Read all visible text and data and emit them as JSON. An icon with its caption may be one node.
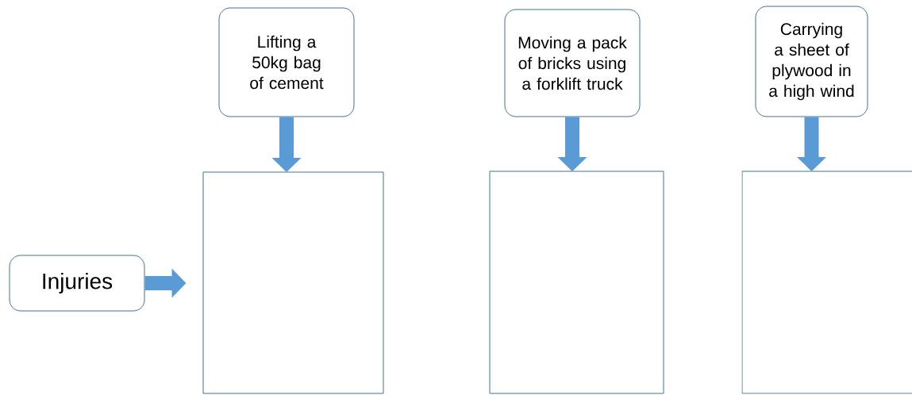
{
  "diagram": {
    "nodes": [
      {
        "text": [
          "Lifting a 50kg bag of cement"
        ]
      },
      {
        "text": [
          "Moving a pack of bricks using a forklift truck"
        ]
      },
      {
        "text": [
          "Carrying a sheet of plywood in a high wind"
        ]
      },
      {
        "text": [
          "Injuries"
        ]
      },
      {
        "text": [],
        "shape": "box"
      },
      {
        "text": [],
        "shape": "box"
      },
      {
        "text": [],
        "shape": "box"
      }
    ],
    "edges": [
      {
        "from": 0,
        "to": 4,
        "arrow": "to"
      },
      {
        "from": 1,
        "to": 5,
        "arrow": "to"
      },
      {
        "from": 2,
        "to": 6,
        "arrow": "to"
      },
      {
        "from": 3,
        "to": 4,
        "arrow": "to"
      }
    ]
  }
}
